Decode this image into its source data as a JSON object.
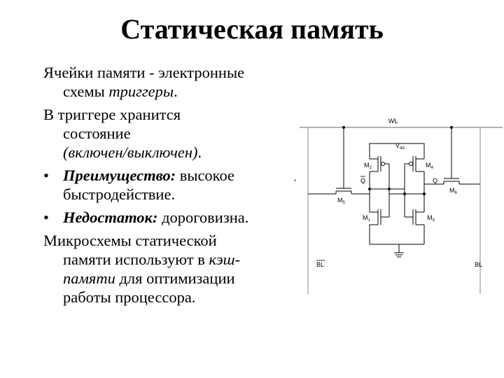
{
  "title": "Статическая память",
  "paragraphs": {
    "p1_line1": "Ячейки памяти - электронные",
    "p1_line2_prefix": "схемы ",
    "p1_line2_italic": "триггеры",
    "p1_line2_suffix": ".",
    "p2_line1": "В триггере хранится",
    "p2_line2": "состояние",
    "p2_line3_italic": "(включен/выключен)",
    "p2_line3_suffix": ".",
    "bullet1_mark": "•",
    "bullet1_bold": "Преимущество:",
    "bullet1_rest": " высокое",
    "bullet1_line2": "быстродействие.",
    "bullet2_mark": "•",
    "bullet2_bold": "Недостаток:",
    "bullet2_rest": " дороговизна.",
    "p3_line1": "Микросхемы статической",
    "p3_line2_prefix": "памяти используют в ",
    "p3_line2_italic": "кэш-",
    "p3_line3_italic": "памяти",
    "p3_line3_suffix": " для оптимизации",
    "p3_line4": "работы процессора."
  },
  "circuit": {
    "wl": "WL",
    "vdd": "V",
    "vdd_sub": "dd",
    "m2": "M",
    "m2_sub": "2",
    "m4": "M",
    "m4_sub": "4",
    "m5": "M",
    "m5_sub": "5",
    "m6": "M",
    "m6_sub": "6",
    "m1": "M",
    "m1_sub": "1",
    "m3": "M",
    "m3_sub": "3",
    "q": "Q",
    "qbar": "Q",
    "bl": "BL",
    "blbar": "BL"
  },
  "misc_dot": "·"
}
